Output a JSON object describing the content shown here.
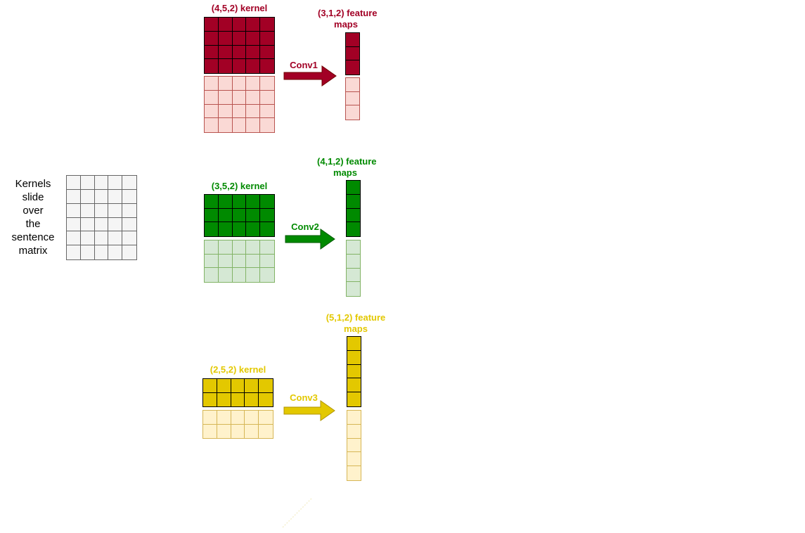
{
  "sentence": {
    "label_lines": [
      "Kernels",
      "slide",
      "over",
      "the",
      "sentence",
      "matrix"
    ],
    "rows": 6,
    "cols": 5
  },
  "branches": [
    {
      "kernel_label": "(4,5,2) kernel",
      "kernel_rows": 4,
      "kernel_cols": 5,
      "feature_label_line1": "(3,1,2) feature",
      "feature_label_line2": "maps",
      "feature_rows": 3,
      "conv_label": "Conv1",
      "color": "#a20025",
      "light_color": "#fad9d5",
      "light_border": "#b85450"
    },
    {
      "kernel_label": "(3,5,2) kernel",
      "kernel_rows": 3,
      "kernel_cols": 5,
      "feature_label_line1": "(4,1,2) feature",
      "feature_label_line2": "maps",
      "feature_rows": 4,
      "conv_label": "Conv2",
      "color": "#008a00",
      "light_color": "#d5e8d4",
      "light_border": "#82b366"
    },
    {
      "kernel_label": "(2,5,2) kernel",
      "kernel_rows": 2,
      "kernel_cols": 5,
      "feature_label_line1": "(5,1,2) feature",
      "feature_label_line2": "maps",
      "feature_rows": 5,
      "conv_label": "Conv3",
      "color": "#e3c800",
      "light_color": "#fff2cc",
      "light_border": "#d6b656"
    }
  ]
}
